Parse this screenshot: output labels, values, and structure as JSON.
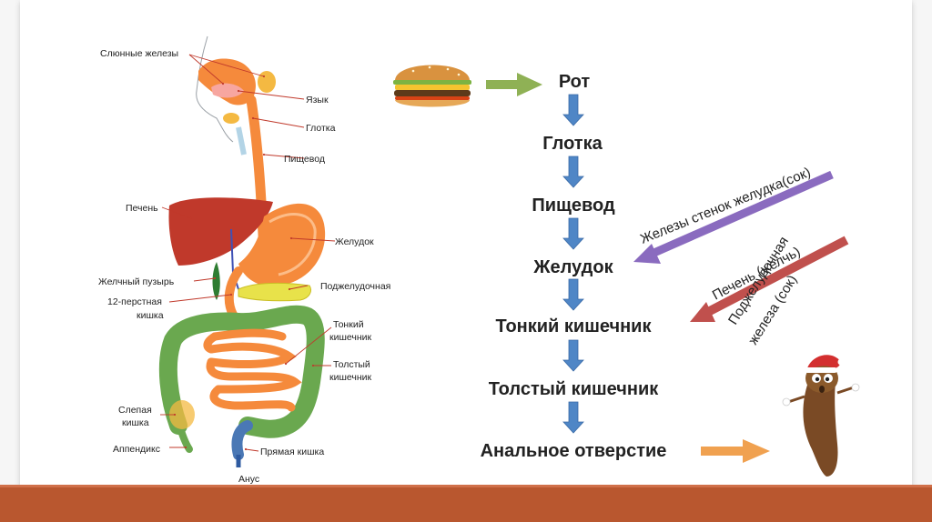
{
  "anatomy_labels": {
    "salivary": "Слюнные железы",
    "tongue": "Язык",
    "pharynx": "Глотка",
    "esophagus": "Пищевод",
    "liver": "Печень",
    "stomach": "Желудок",
    "gallbladder": "Желчный пузырь",
    "pancreas": "Поджелудочная",
    "duodenum_1": "12-перстная",
    "duodenum_2": "кишка",
    "small_int_1": "Тонкий",
    "small_int_2": "кишечник",
    "large_int_1": "Толстый",
    "large_int_2": "кишечник",
    "cecum_1": "Слепая",
    "cecum_2": "кишка",
    "appendix": "Аппендикс",
    "rectum": "Прямая кишка",
    "anus": "Анус"
  },
  "flow_stages": [
    "Рот",
    "Глотка",
    "Пищевод",
    "Желудок",
    "Тонкий кишечник",
    "Толстый кишечник",
    "Анальное отверстие"
  ],
  "glands": {
    "stomach_glands": "Железы стенок желудка(сок)",
    "liver_bile": "Печень (желчь)",
    "pancreas_1": "Поджелудочная",
    "pancreas_2": "железа (сок)"
  },
  "colors": {
    "footer": "#b9572f",
    "flow_arrow": "#4f86c6",
    "food_arrow": "#8fb155",
    "exit_arrow": "#f0a150",
    "stomach_arrow": "#8a6bbf",
    "liver_arrow": "#c0504d",
    "organ_orange": "#f58a3c",
    "organ_green": "#6aa84f",
    "liver": "#c0392b"
  },
  "icons": [
    "burger-icon",
    "poop-mascot-icon"
  ]
}
